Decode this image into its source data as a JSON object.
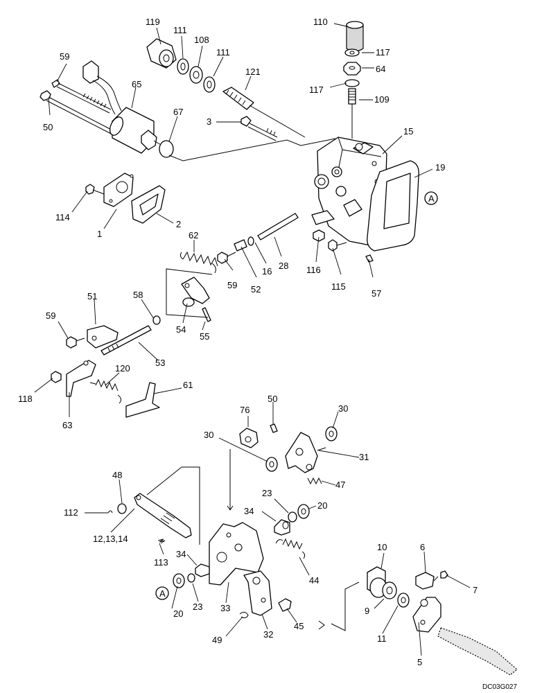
{
  "callouts": {
    "c119": "119",
    "c111a": "111",
    "c108": "108",
    "c111b": "111",
    "c110": "110",
    "c117a": "117",
    "c64": "64",
    "c117b": "117",
    "c109": "109",
    "c59a": "59",
    "c65": "65",
    "c121": "121",
    "c50a": "50",
    "c67": "67",
    "c3": "3",
    "c15": "15",
    "c19": "19",
    "cA1": "A",
    "c114": "114",
    "c1": "1",
    "c2": "2",
    "c62": "62",
    "c59b": "59",
    "c52": "52",
    "c16": "16",
    "c28": "28",
    "c116": "116",
    "c115": "115",
    "c57": "57",
    "c51": "51",
    "c58": "58",
    "c59c": "59",
    "c54": "54",
    "c55": "55",
    "c53": "53",
    "c120": "120",
    "c118": "118",
    "c61": "61",
    "c63": "63",
    "c76": "76",
    "c50b": "50",
    "c30a": "30",
    "c30b": "30",
    "c31": "31",
    "c47": "47",
    "c48": "48",
    "c112": "112",
    "c121314": "12,13,14",
    "c113": "113",
    "c23a": "23",
    "c20a": "20",
    "c34a": "34",
    "c44": "44",
    "c34b": "34",
    "cA2": "A",
    "c20b": "20",
    "c23b": "23",
    "c33": "33",
    "c32": "32",
    "c49": "49",
    "c45": "45",
    "c10": "10",
    "c6": "6",
    "c7": "7",
    "c9": "9",
    "c11": "11",
    "c5": "5"
  },
  "drawing_code": "DC03G027"
}
